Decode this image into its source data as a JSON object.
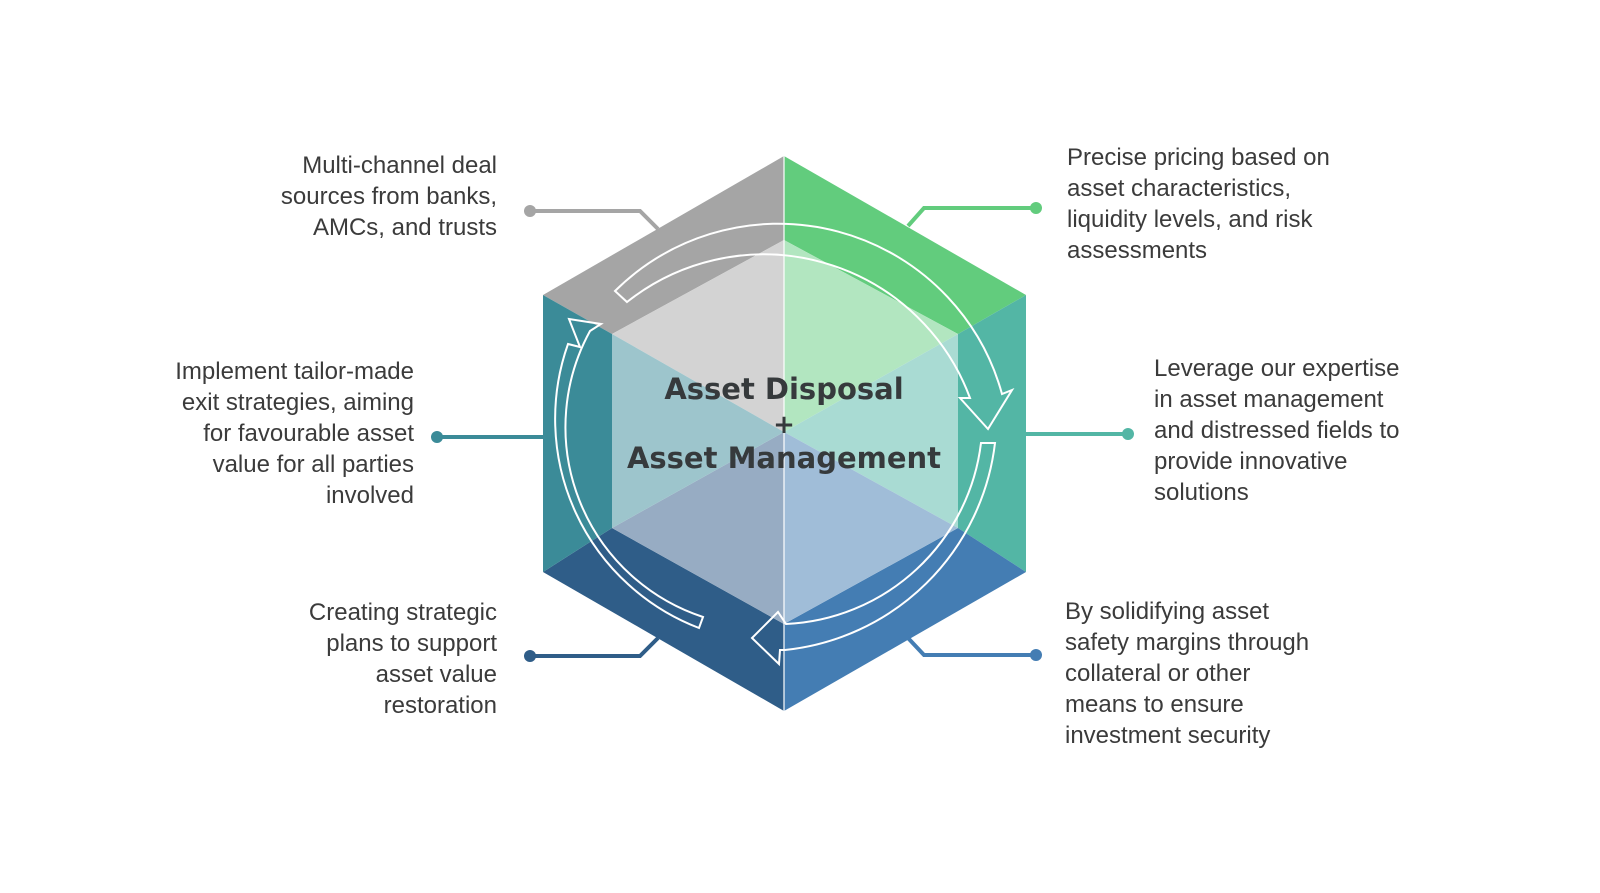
{
  "center": {
    "line1": "Asset Disposal",
    "plus": "+",
    "line2": "Asset Management"
  },
  "segments": [
    {
      "id": "top-left",
      "outer_color": "#a5a5a5",
      "inner_color": "#d3d3d3",
      "text_lines": [
        "Multi-channel deal",
        "sources from banks,",
        "AMCs, and trusts"
      ]
    },
    {
      "id": "top-right",
      "outer_color": "#62cc7d",
      "inner_color": "#b2e6c0",
      "text_lines": [
        "Precise pricing based on",
        "asset characteristics,",
        "liquidity levels, and risk",
        "assessments"
      ]
    },
    {
      "id": "right",
      "outer_color": "#53b6a5",
      "inner_color": "#a9dbd3",
      "text_lines": [
        "Leverage our expertise",
        "in asset management",
        "and distressed fields to",
        "provide innovative",
        "solutions"
      ]
    },
    {
      "id": "bottom-right",
      "outer_color": "#447db3",
      "inner_color": "#a0bdd8",
      "text_lines": [
        "By solidifying asset",
        "safety margins through",
        "collateral or other",
        "means to ensure",
        "investment security"
      ]
    },
    {
      "id": "bottom-left",
      "outer_color": "#2f5d88",
      "inner_color": "#97acc3",
      "text_lines": [
        "Creating strategic",
        "plans to support",
        "asset value",
        "restoration"
      ]
    },
    {
      "id": "left",
      "outer_color": "#3b8b98",
      "inner_color": "#9dc5cc",
      "text_lines": [
        "Implement tailor-made",
        "exit strategies, aiming",
        "for favourable asset",
        "value for all parties",
        "involved"
      ]
    }
  ],
  "connector_colors": {
    "top-left": "#a5a5a5",
    "top-right": "#62cc7d",
    "right": "#53b6a5",
    "bottom-right": "#447db3",
    "bottom-left": "#2f5d88",
    "left": "#3b8b98"
  },
  "text_color": "#3b3b3b",
  "cycle_arrow_color": "#ffffff"
}
